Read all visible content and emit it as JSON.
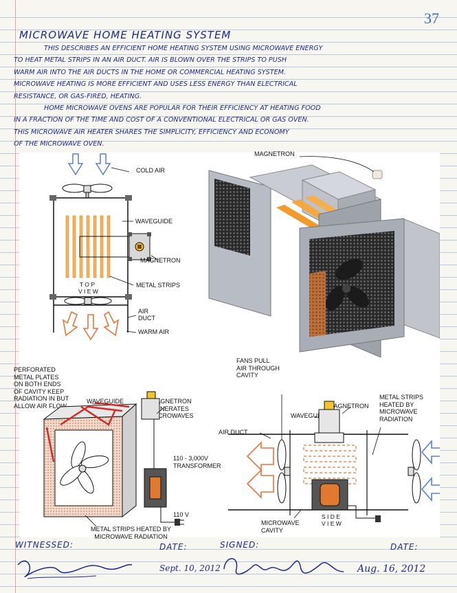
{
  "page_number": "37",
  "title": "Microwave Home Heating System",
  "paragraphs": [
    "This describes an efficient home heating system using microwave energy",
    "to heat metal strips in an air duct. Air is blown over the strips to push",
    "warm air into the air ducts in the home or commercial heating system.",
    "Microwave heating is more efficient and uses less energy than electrical",
    "resistance, or gas-fired, heating.",
    "Home microwave ovens are popular for their efficiency at heating food",
    "in a fraction of the time and cost of a conventional electrical or gas oven.",
    "This microwave air heater shares the simplicity, efficiency and economy",
    "of the microwave oven."
  ],
  "top_view_labels": {
    "cold_air": "COLD AIR",
    "waveguide": "WAVEGUIDE",
    "magnetron": "MAGNETRON",
    "view_title_1": "T O P",
    "view_title_2": "V I E W",
    "metal_strips": "METAL STRIPS",
    "air_duct_1": "AIR",
    "air_duct_2": "DUCT",
    "warm_air": "WARM AIR"
  },
  "render_labels": {
    "magnetron": "MAGNETRON"
  },
  "bottom_left_labels": {
    "perforated": [
      "PERFORATED",
      "METAL PLATES",
      "ON BOTH ENDS",
      "OF CAVITY KEEP",
      "RADIATION IN BUT",
      "ALLOW AIR FLOW"
    ],
    "waveguide": "WAVEGUIDE",
    "magnetron": [
      "MAGNETRON",
      "GENERATES",
      "MICROWAVES"
    ],
    "transformer": [
      "110 - 3,000V",
      "TRANSFORMER"
    ],
    "volts": "110 V",
    "metal_strips": [
      "METAL STRIPS HEATED BY",
      "MICROWAVE RADIATION"
    ]
  },
  "side_view_labels": {
    "fans": [
      "FANS PULL",
      "AIR THROUGH",
      "CAVITY"
    ],
    "magnetron": "MAGNETRON",
    "waveguide": "WAVEGUIDE",
    "air_duct": "AIR DUCT",
    "metal_strips": [
      "METAL STRIPS",
      "HEATED BY",
      "MICROWAVE",
      "RADIATION"
    ],
    "cavity": [
      "MICROWAVE",
      "CAVITY"
    ],
    "view_title_1": "S I D E",
    "view_title_2": "V I E W"
  },
  "footer": {
    "witnessed_label": "Witnessed:",
    "date_label_1": "Date:",
    "signed_label": "Signed:",
    "date_label_2": "Date:",
    "witness_date": "Sept. 10, 2012",
    "signed_date": "Aug. 16, 2012"
  },
  "colors": {
    "ink": "#1d2a8a",
    "page_number": "#3d6fb0",
    "arrow_orange": "#e8743a",
    "arrow_blue": "#5b7fc9",
    "strip_orange": "#f0a040",
    "red_wave": "#d42a2a"
  }
}
